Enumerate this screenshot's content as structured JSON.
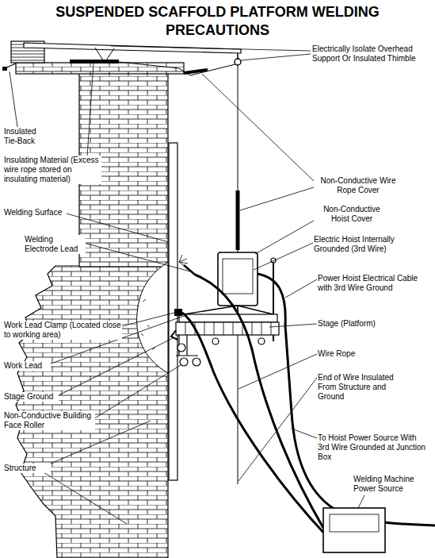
{
  "diagram": {
    "title": "SUSPENDED SCAFFOLD PLATFORM WELDING PRECAUTIONS",
    "labels": [
      "Electrically Isolate Overhead Support Or Insulated Thimble",
      "Insulated Tie-Back",
      "Insulating Material (Excess wire rope stored on insulating material)",
      "Non-Conductive Wire Rope Cover",
      "Welding Surface",
      "Non-Conductive Hoist Cover",
      "Welding Electrode Lead",
      "Electric Hoist Internally Grounded (3rd Wire)",
      "Power Hoist Electrical Cable with 3rd Wire Ground",
      "Work Lead Clamp (Located close to working area)",
      "Stage (Platform)",
      "Work Lead",
      "Wire Rope",
      "Stage Ground",
      "End of Wire Insulated From Structure and Ground",
      "Non-Conductive Building Face Roller",
      "To Hoist Power Source With 3rd Wire Grounded at Junction Box",
      "Welding Machine Power Source",
      "Structure"
    ]
  }
}
